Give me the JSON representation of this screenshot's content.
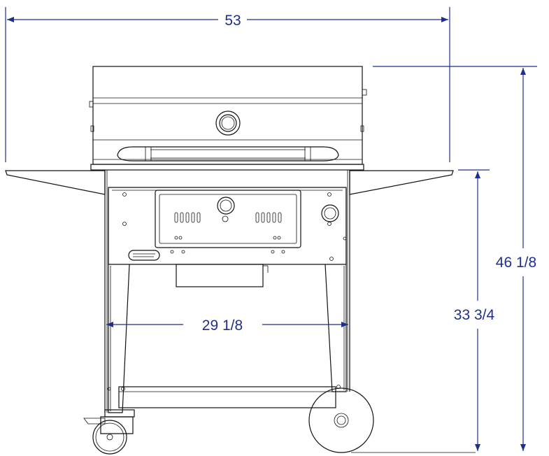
{
  "dimensions": {
    "overall_width": "53",
    "overall_height": "46 1/8",
    "shelf_height": "33 3/4",
    "cart_width": "29 1/8"
  },
  "colors": {
    "dimension_line": "#1f2f8f",
    "drawing_line": "#111111",
    "background": "#ffffff"
  }
}
